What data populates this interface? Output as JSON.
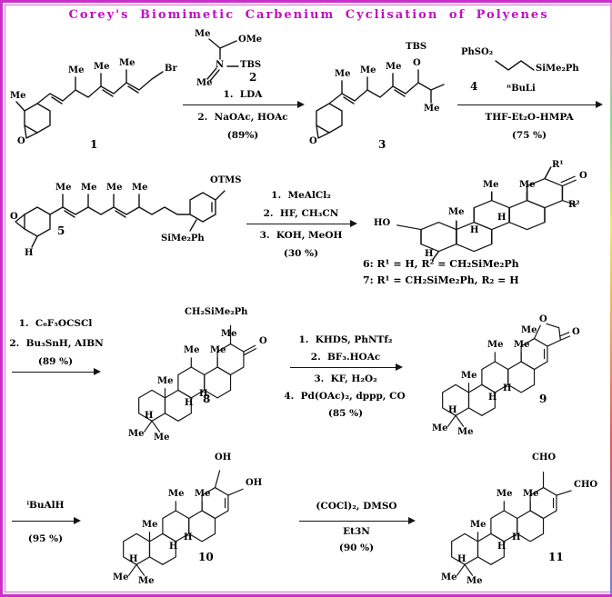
{
  "title": "Corey's Biomimetic Carbenium Cyclisation of Polyenes",
  "colors": {
    "frame": "#cb2fcb",
    "title_text": "#bf10bf"
  },
  "compounds": {
    "c1": {
      "number": "1",
      "labels": {
        "me_ring": "Me",
        "me1": "Me",
        "me2": "Me",
        "me3": "Me",
        "br": "Br",
        "o_epoxide": "O"
      }
    },
    "c2": {
      "number": "2",
      "labels": {
        "me_top": "Me",
        "ome": "OMe",
        "n": "N",
        "tbs": "TBS",
        "me_bottom": "Me"
      }
    },
    "c3": {
      "number": "3",
      "labels": {
        "me1": "Me",
        "me2": "Me",
        "me3": "Me",
        "me4": "Me",
        "o_enol": "O",
        "tbs": "TBS",
        "o_epoxide": "O"
      }
    },
    "c4": {
      "number": "4",
      "labels": {
        "phso2": "PhSO₂",
        "sime2ph": "SiMe₂Ph",
        "nbuli": "ⁿBuLi"
      }
    },
    "c5": {
      "number": "5",
      "labels": {
        "o_epoxide": "O",
        "me1": "Me",
        "me2": "Me",
        "me3": "Me",
        "me4": "Me",
        "otms": "OTMS",
        "sime2ph": "SiMe₂Ph",
        "h": "H"
      }
    },
    "c67": {
      "labels": {
        "ho": "HO",
        "h1": "H",
        "h2": "H",
        "h3": "H",
        "me1": "Me",
        "me2": "Me",
        "me3": "Me",
        "r1": "R¹",
        "o": "O",
        "r2": "R²"
      },
      "caption_6": "6: R¹ = H, R² = CH₂SiMe₂Ph",
      "caption_7": "7: R¹ = CH₂SiMe₂Ph, R₂ = H"
    },
    "c8": {
      "number": "8",
      "labels": {
        "ch2sime2ph": "CH₂SiMe₂Ph",
        "o": "O",
        "me1": "Me",
        "me2": "Me",
        "me3": "Me",
        "me4": "Me",
        "h1": "H",
        "h2": "H",
        "h3": "H",
        "gem1": "Me",
        "gem2": "Me"
      }
    },
    "c9": {
      "number": "9",
      "labels": {
        "o_ring": "O",
        "o_keto": "O",
        "me1": "Me",
        "me2": "Me",
        "me3": "Me",
        "me4": "Me",
        "h1": "H",
        "h2": "H",
        "h3": "H",
        "gem1": "Me",
        "gem2": "Me"
      }
    },
    "c10": {
      "number": "10",
      "labels": {
        "oh_top": "OH",
        "oh_right": "OH",
        "me1": "Me",
        "me2": "Me",
        "me3": "Me",
        "h1": "H",
        "h2": "H",
        "h3": "H",
        "gem1": "Me",
        "gem2": "Me"
      }
    },
    "c11": {
      "number": "11",
      "labels": {
        "cho_top": "CHO",
        "cho_right": "CHO",
        "me1": "Me",
        "me2": "Me",
        "me3": "Me",
        "h1": "H",
        "h2": "H",
        "h3": "H",
        "gem1": "Me",
        "gem2": "Me"
      }
    }
  },
  "steps": {
    "s1": {
      "above": [
        "1.  LDA"
      ],
      "below": [
        "2.  NaOAc, HOAc",
        "(89%)"
      ]
    },
    "s2": {
      "below": [
        "THF-Et₂O-HMPA",
        "(75 %)"
      ]
    },
    "s3": {
      "above": [
        "1.  MeAlCl₂",
        "2.  HF, CH₃CN"
      ],
      "below": [
        "3.  KOH, MeOH",
        "(30 %)"
      ]
    },
    "s4": {
      "above": [
        "1.  C₆F₅OCSCl",
        "2.  Bu₃SnH, AIBN",
        "(89 %)"
      ]
    },
    "s5": {
      "above": [
        "1.  KHDS, PhNTf₂",
        "2.  BF₃.HOAc"
      ],
      "below": [
        "3.  KF, H₂O₂",
        "4.  Pd(OAc)₂, dppp, CO",
        "(85 %)"
      ]
    },
    "s6": {
      "above": [
        "ⁱBuAlH"
      ],
      "below": [
        "(95 %)"
      ]
    },
    "s7": {
      "above": [
        "(COCl)₂, DMSO"
      ],
      "below": [
        "Et3N",
        "(90 %)"
      ]
    }
  }
}
